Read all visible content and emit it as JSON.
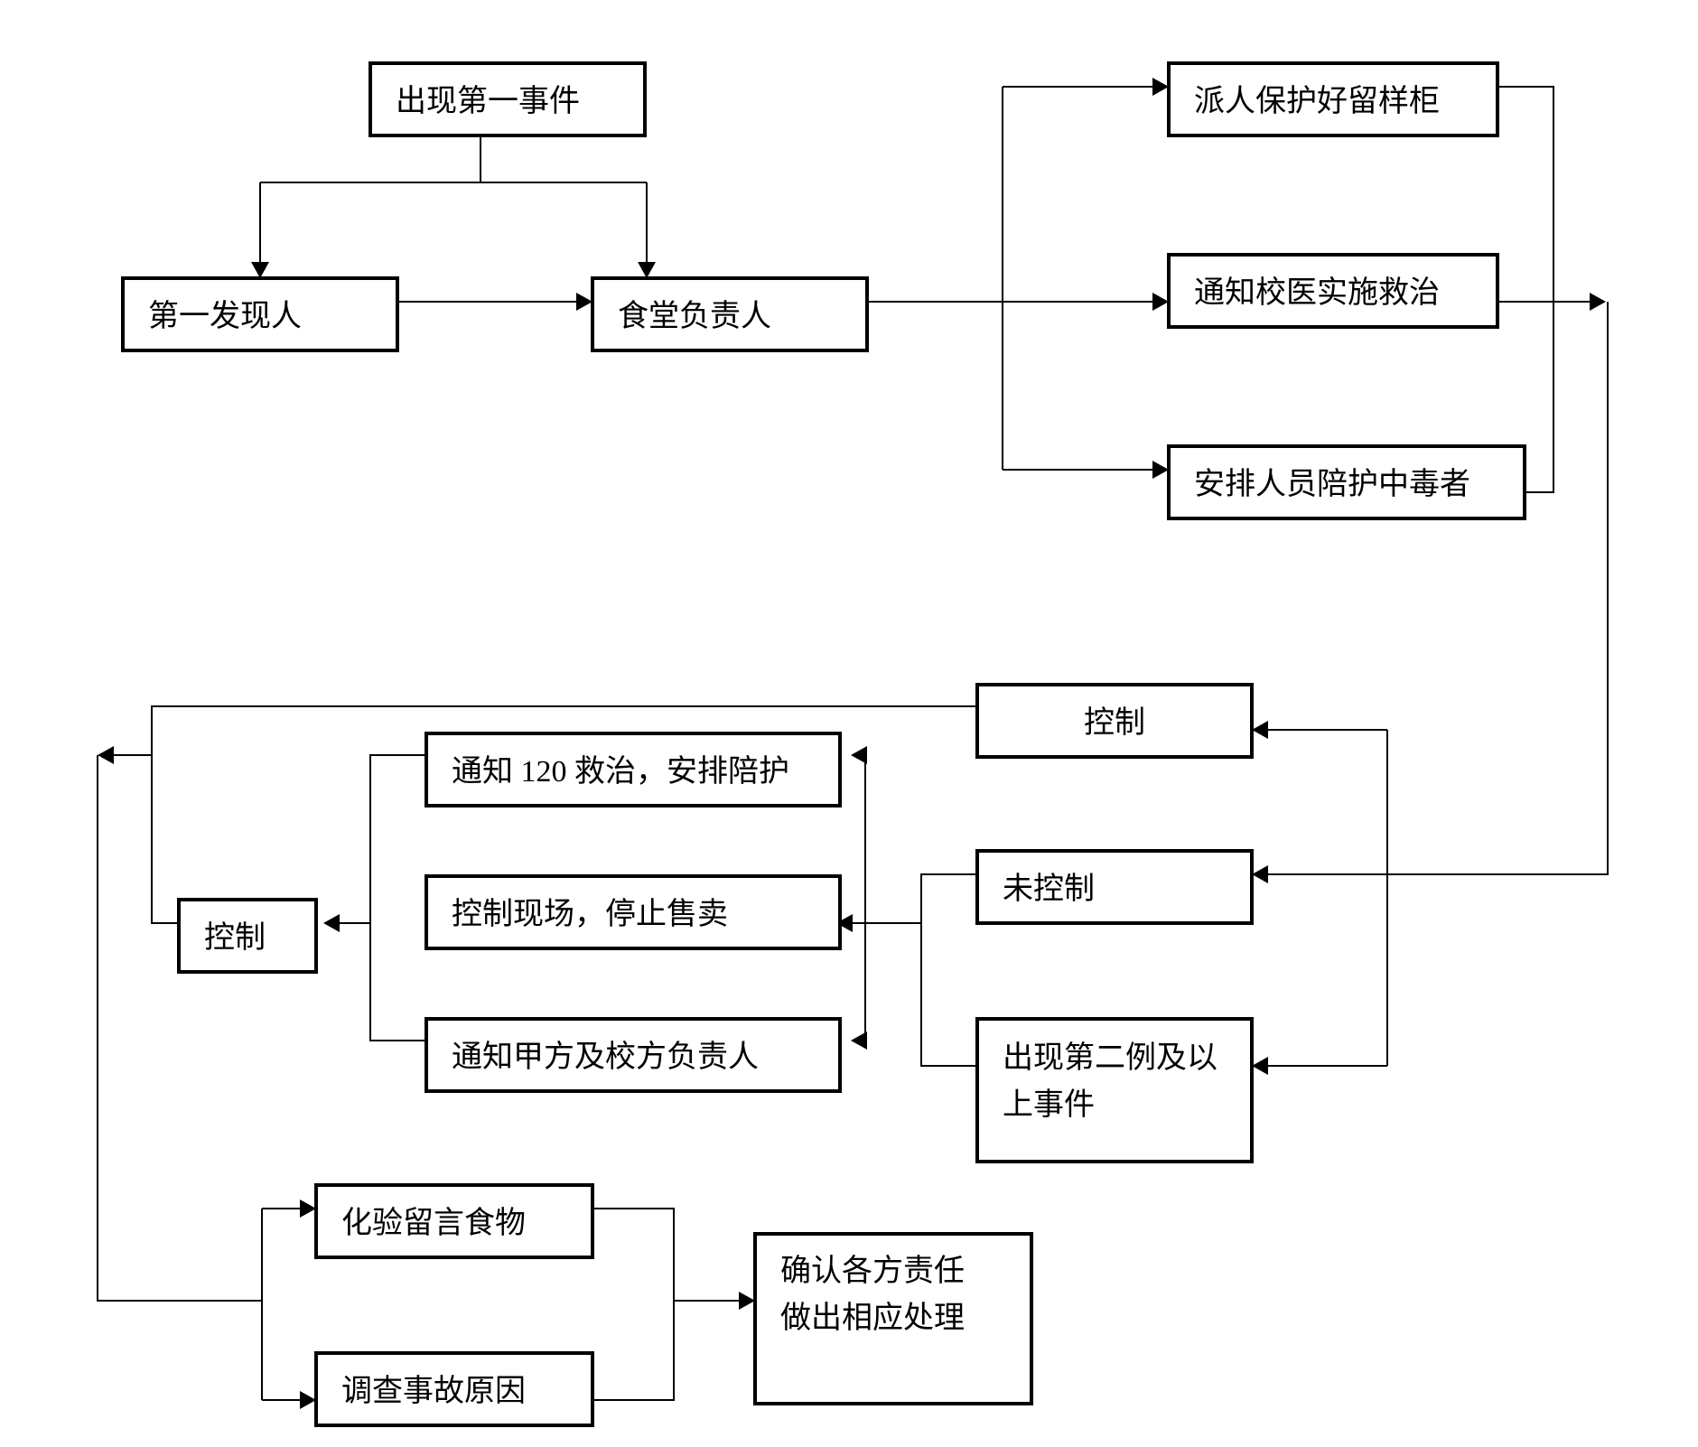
{
  "nodes": {
    "first_event": "出现第一事件",
    "first_finder": "第一发现人",
    "canteen_head": "食堂负责人",
    "protect_sample": "派人保护好留样柜",
    "notify_doctor": "通知校医实施救治",
    "accompany_victim": "安排人员陪护中毒者",
    "controlled_right": "控制",
    "uncontrolled": "未控制",
    "second_event_line1": "出现第二例及以",
    "second_event_line2": "上事件",
    "notify_120": "通知 120 救治，安排陪护",
    "control_site": "控制现场，停止售卖",
    "notify_parties": "通知甲方及校方负责人",
    "controlled_left": "控制",
    "test_food": "化验留言食物",
    "investigate": "调查事故原因",
    "confirm_line1": "确认各方责任",
    "confirm_line2": "做出相应处理"
  }
}
